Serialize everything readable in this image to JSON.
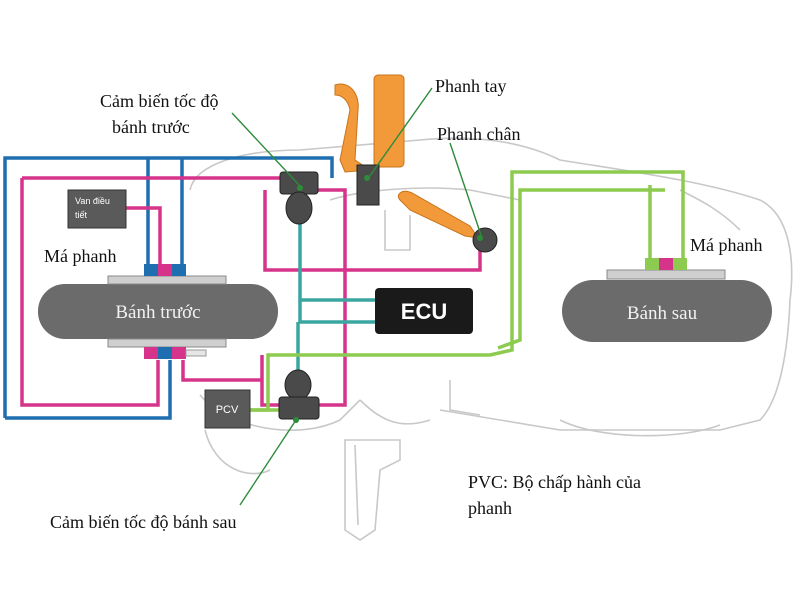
{
  "colors": {
    "blue_line": "#1f6fb0",
    "magenta_line": "#d6338a",
    "green_line": "#8ccb4f",
    "teal_line": "#3aa6a0",
    "orange_pedal": "#f29a3a",
    "dark_gray": "#5a5a5a",
    "black": "#1a1a1a",
    "leader_green": "#2e8b3a"
  },
  "labels": {
    "front_speed_sensor_line1": "Cảm biến tốc độ",
    "front_speed_sensor_line2": "bánh trước",
    "hand_brake": "Phanh tay",
    "foot_brake": "Phanh chân",
    "front_pad": "Má phanh",
    "rear_pad": "Má phanh",
    "front_wheel": "Bánh trước",
    "rear_wheel": "Bánh sau",
    "ecu": "ECU",
    "valve_line1": "Van điều",
    "valve_line2": "tiết",
    "pcv": "PCV",
    "rear_speed_sensor": "Cảm biến tốc độ bánh sau",
    "note_line1": "PVC: Bộ chấp hành của",
    "note_line2": "phanh"
  }
}
